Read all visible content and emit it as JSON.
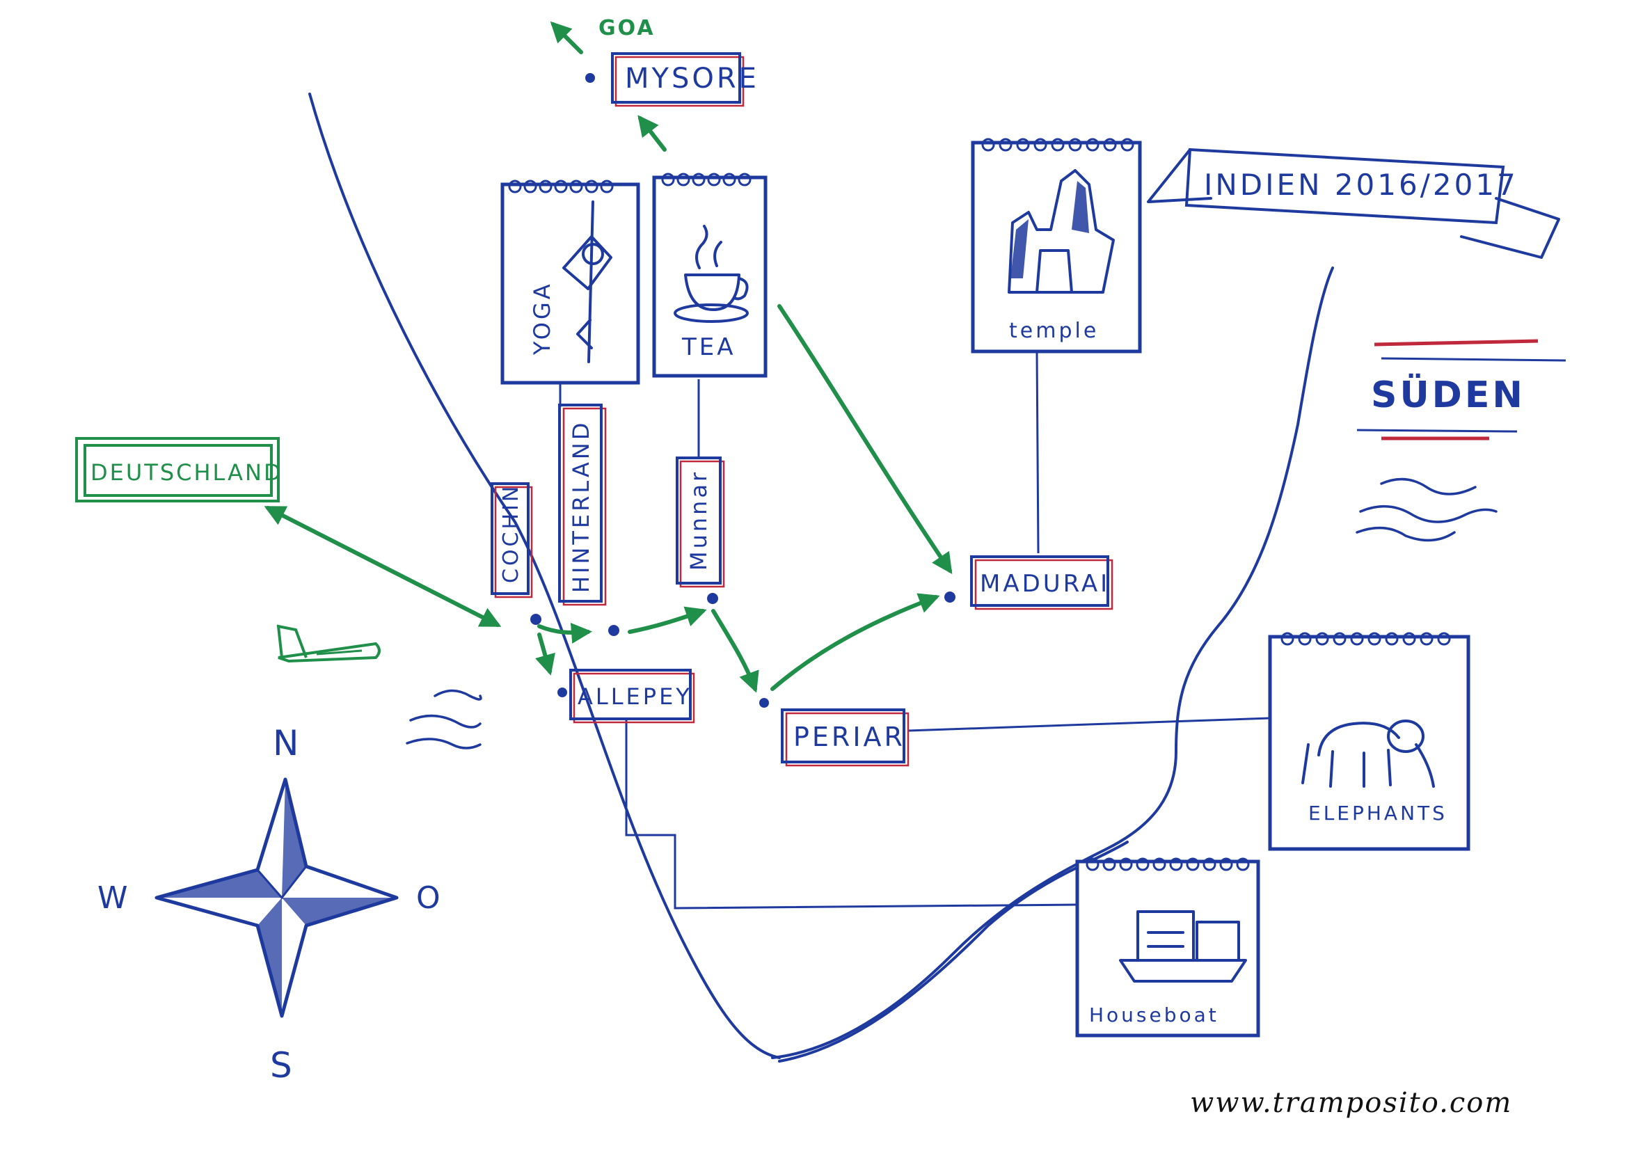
{
  "title": "INDIEN 2016/2017",
  "region": "SÜDEN",
  "website": "www.tramposito.com",
  "compass": {
    "n": "N",
    "s": "S",
    "w": "W",
    "o": "O"
  },
  "places": {
    "mysore": "MYSORE",
    "goa": "GOA",
    "deutschland": "DEUTSCHLAND",
    "cochin": "COCHIN",
    "hinterland": "HINTERLAND",
    "munnar": "Munnar",
    "madurai": "MADURAI",
    "allepey": "ALLEPEY",
    "periar": "PERIAR"
  },
  "cards": {
    "yoga": "YOGA",
    "tea": "TEA",
    "temple": "temple",
    "elephants": "ELEPHANTS",
    "houseboat": "Houseboat"
  },
  "colors": {
    "ink_blue": "#1f3a9e",
    "route_green": "#1f8f4a",
    "accent_red": "#c0283c"
  },
  "icons": [
    "airplane-icon",
    "compass-rose-icon",
    "yoga-figure-icon",
    "tea-cup-icon",
    "temple-icon",
    "elephant-icon",
    "houseboat-icon",
    "waves-icon"
  ]
}
